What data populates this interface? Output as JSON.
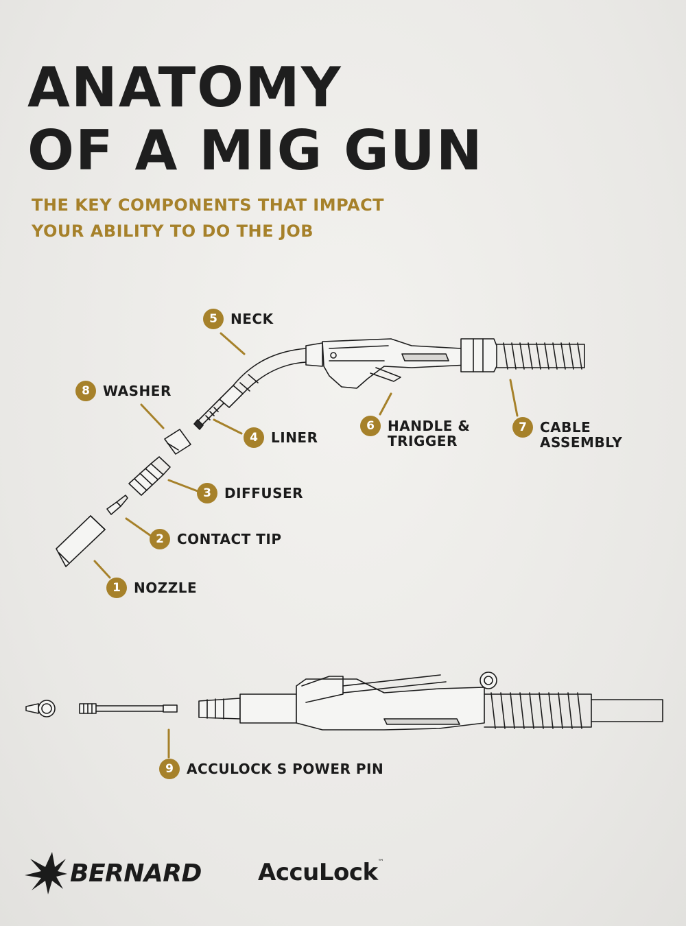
{
  "header": {
    "title_line1": "ANATOMY",
    "title_line2": "OF A MIG GUN",
    "subtitle_line1": "THE KEY COMPONENTS THAT IMPACT",
    "subtitle_line2": "YOUR ABILITY TO DO THE JOB"
  },
  "callouts": [
    {
      "number": "1",
      "line1": "NOZZLE",
      "line2": ""
    },
    {
      "number": "2",
      "line1": "CONTACT TIP",
      "line2": ""
    },
    {
      "number": "3",
      "line1": "DIFFUSER",
      "line2": ""
    },
    {
      "number": "4",
      "line1": "LINER",
      "line2": ""
    },
    {
      "number": "5",
      "line1": "NECK",
      "line2": ""
    },
    {
      "number": "6",
      "line1": "HANDLE &",
      "line2": "TRIGGER"
    },
    {
      "number": "7",
      "line1": "CABLE",
      "line2": "ASSEMBLY"
    },
    {
      "number": "8",
      "line1": "WASHER",
      "line2": ""
    },
    {
      "number": "9",
      "line1": "ACCULOCK S POWER PIN",
      "line2": ""
    }
  ],
  "logos": {
    "bernard": "BERNARD",
    "acculock": "AccuLock",
    "acculock_tm": "™"
  },
  "colors": {
    "accent": "#a6812a",
    "text": "#1b1b1b",
    "background": "#ecebe8"
  }
}
